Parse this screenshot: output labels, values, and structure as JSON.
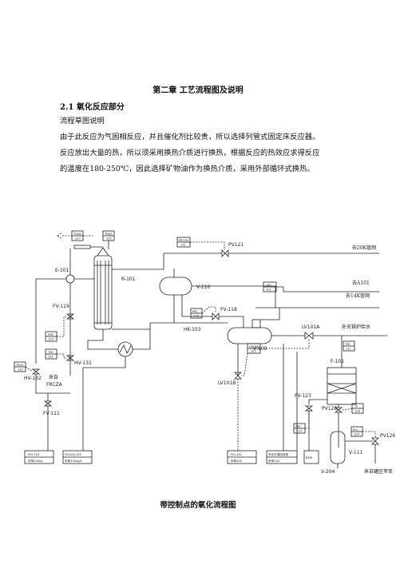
{
  "chapter_title": "第二章 工艺流程图及说明",
  "section_title": "2.1 氧化反应部分",
  "paragraphs": [
    "流程草图说明",
    "由于此反应为气固相反应，并且催化剂比较贵，所以选择列管式固定床反应器。",
    "反应放出大量的热，所以须采用换热介质进行换热，根据反应的热效应求得反应",
    "的温度在180-250℃，因此选择矿物油作为换热介质，采用外部循环式换热。"
  ],
  "caption": "带控制点的氧化流程图",
  "diagram": {
    "equipment": {
      "e101": "E-101",
      "r101": "R-101",
      "v110": "V-110",
      "v109": "V-109",
      "f101": "F-101",
      "v111": "V-111",
      "v204": "V-204",
      "hk103": "HK-103"
    },
    "valves": {
      "pv121": "PV121",
      "fv118": "FV-118",
      "fv119": "FV-119",
      "hv131": "HV-131",
      "hv132": "HV-132",
      "fv111": "FV-111",
      "lv101a": "LV101A",
      "lv101b": "LV101B",
      "fv123": "FV-123",
      "pv128": "PV128",
      "pv126": "PV126"
    },
    "destinations": {
      "to_20k": "去20K管网",
      "to_a101": "去A101",
      "to_14k": "去14K管网",
      "boiler_feed": "补充锅炉给水",
      "from_tank_area": "来自罐区甲苯",
      "from_label": "来自",
      "from_frcza": "FRCZA"
    },
    "instruments": {
      "tri_a": "TRZA",
      "tri_a_no": "117",
      "tri_b": "TRZA",
      "tri_b_no": "102",
      "prc_top": "PRCZA",
      "prc_top_no": "121",
      "frc_119": "FRC",
      "frc_119_no": "119",
      "trc_131": "TRC",
      "trc_131_no": "131",
      "prc_118": "PRC",
      "prc_118_no": "118",
      "lrc_101": "LRC",
      "lrc_101_no": "101",
      "trc_132": "TRCA",
      "trc_132_no": "132",
      "lrc_v109": "LRCZA",
      "lrc_v109_no": "101",
      "trc_f101": "TRC",
      "trc_f101_no": "111",
      "frc_123": "FRC",
      "frc_123_no": "123",
      "pi_128": "PI",
      "pi_128_no": "128",
      "plc_126": "PLC",
      "plc_126_no": "126"
    },
    "bottom_boxes": {
      "b1_top": "FIQ-103",
      "b1_bot": "甲苯200kg",
      "b2_top": "FIQ104-105",
      "b2_bot": "甲苯100kg/h",
      "b3_top": "FIQ-401",
      "b3_bot": "甲苯200",
      "b4_top": "来自冷凝回收塔",
      "b4_bot": "甲苯200",
      "b5": "BFW"
    }
  }
}
